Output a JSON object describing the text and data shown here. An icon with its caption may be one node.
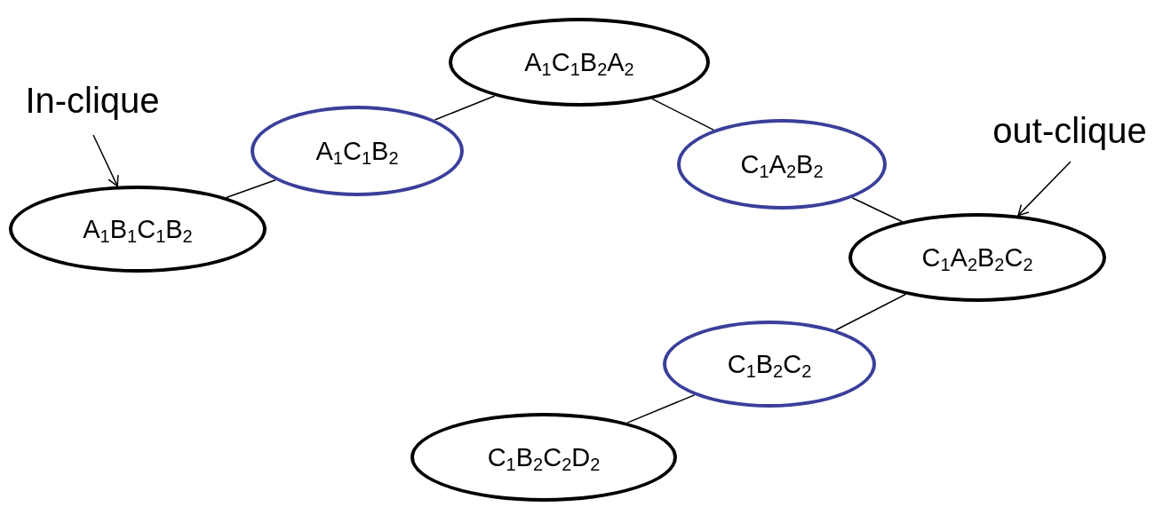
{
  "diagram": {
    "nodes": [
      {
        "text": [
          "A$_{1}$B$_{1}$C$_{1}$B$_{2}$"
        ]
      },
      {
        "text": [
          "A$_{1}$C$_{1}$B$_{2}$"
        ]
      },
      {
        "text": [
          "A$_{1}$C$_{1}$B$_{2}$A$_{2}$"
        ]
      },
      {
        "text": [
          "C$_{1}$A$_{2}$B$_{2}$"
        ]
      },
      {
        "text": [
          "C$_{1}$A$_{2}$B$_{2}$C$_{2}$"
        ]
      },
      {
        "text": [
          "C$_{1}$B$_{2}$C$_{2}$"
        ]
      },
      {
        "text": [
          "C$_{1}$B$_{2}$C$_{2}$D$_{2}$"
        ]
      },
      {
        "text": [
          "In-clique"
        ]
      },
      {
        "text": [
          "out-clique"
        ]
      }
    ],
    "edges": [
      {
        "from": 0,
        "to": 1,
        "arrow": "none"
      },
      {
        "from": 1,
        "to": 2,
        "arrow": "none"
      },
      {
        "from": 2,
        "to": 3,
        "arrow": "none"
      },
      {
        "from": 3,
        "to": 4,
        "arrow": "none"
      },
      {
        "from": 4,
        "to": 5,
        "arrow": "none"
      },
      {
        "from": 5,
        "to": 6,
        "arrow": "none"
      },
      {
        "from": 7,
        "to": 0,
        "arrow": "to"
      },
      {
        "from": 8,
        "to": 4,
        "arrow": "to"
      }
    ]
  }
}
